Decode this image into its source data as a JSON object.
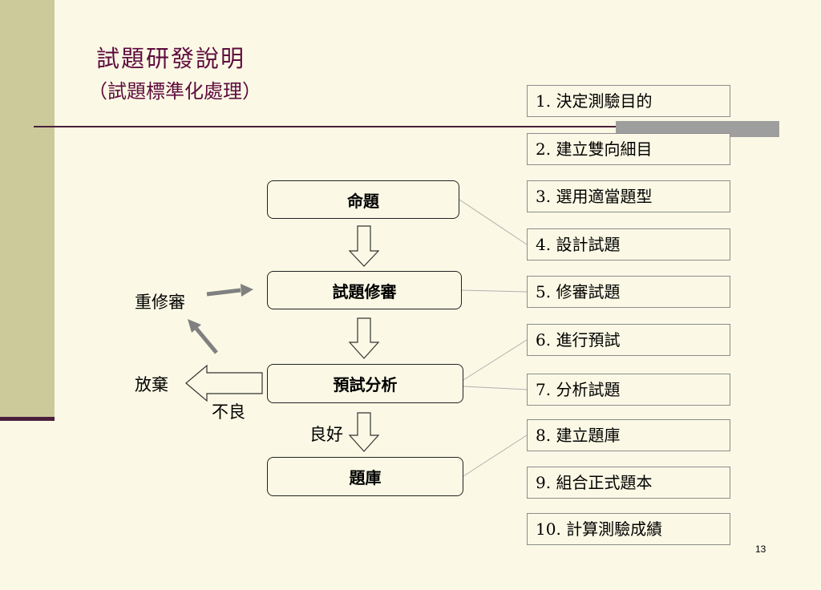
{
  "slide": {
    "title": "試題研發說明",
    "subtitle": "（試題標準化處理）",
    "page_number": "13"
  },
  "steps": [
    "1.  決定測驗目的",
    "2.  建立雙向細目",
    "3.  選用適當題型",
    "4.  設計試題",
    "5.  修審試題",
    "6.  進行預試",
    "7.  分析試題",
    "8.  建立題庫",
    "9.  組合正式題本",
    "10. 計算測驗成績"
  ],
  "flow": {
    "boxes": [
      "命題",
      "試題修審",
      "預試分析",
      "題庫"
    ],
    "labels": {
      "revise": "重修審",
      "discard": "放棄",
      "poor": "不良",
      "good": "良好"
    }
  }
}
